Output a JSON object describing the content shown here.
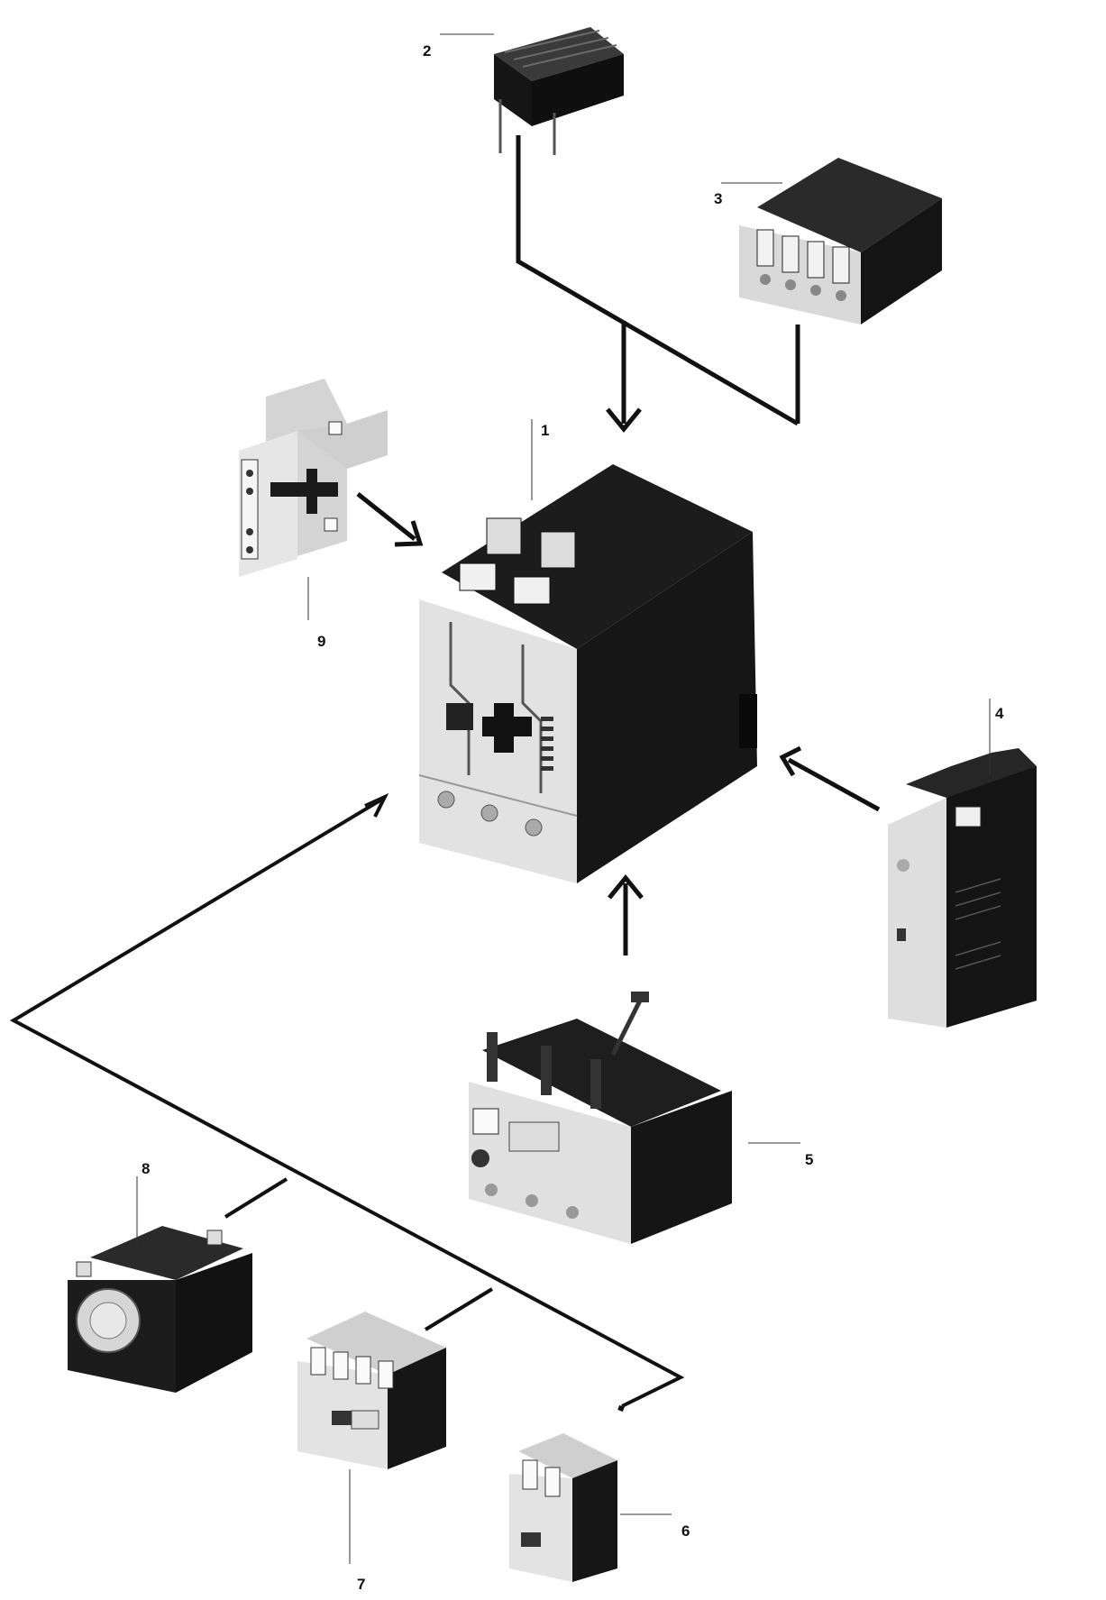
{
  "diagram": {
    "colors": {
      "background": "#ffffff",
      "ink": "#111111",
      "housing_light": "#e4e4e4",
      "housing_mid": "#bdbdbd",
      "housing_dark": "#1f1f1f"
    },
    "callouts": {
      "c1": "1",
      "c2": "2",
      "c3": "3",
      "c4": "4",
      "c5": "5",
      "c6": "6",
      "c7": "7",
      "c8": "8",
      "c9": "9"
    }
  }
}
